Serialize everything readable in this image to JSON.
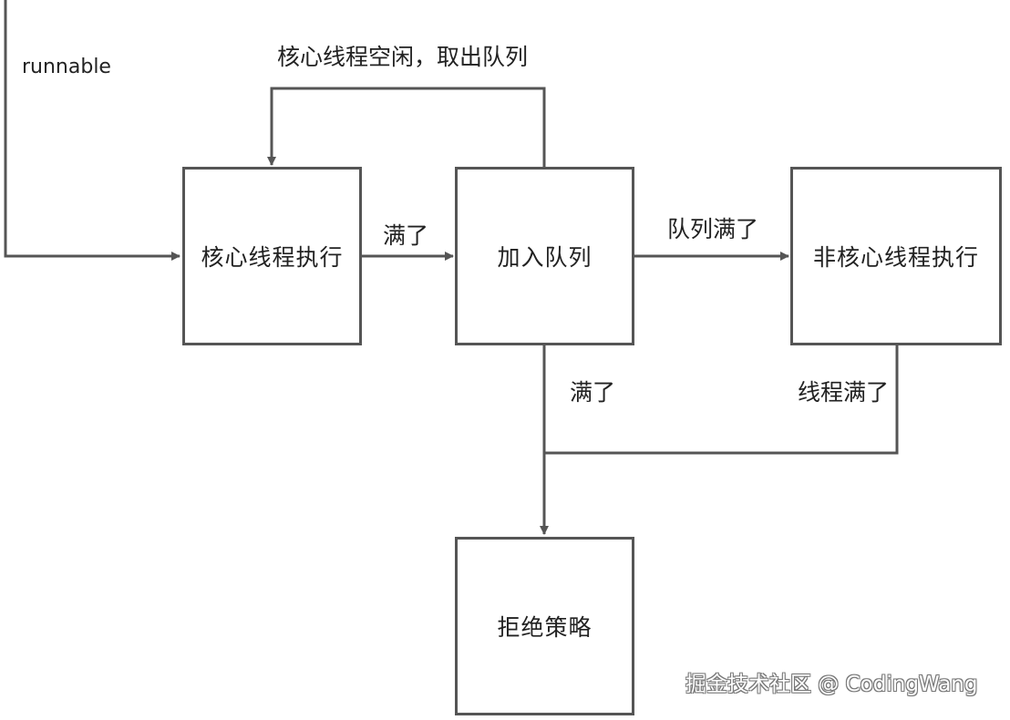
{
  "nodes": {
    "core_exec": "核心线程执行",
    "enqueue": "加入队列",
    "non_core_exec": "非核心线程执行",
    "reject_policy": "拒绝策略"
  },
  "edge_labels": {
    "runnable": "runnable",
    "core_idle_take": "核心线程空闲，取出队列",
    "core_full": "满了",
    "queue_full": "队列满了",
    "enqueue_full": "满了",
    "threads_full": "线程满了"
  },
  "watermark": "掘金技术社区 @ CodingWang",
  "colors": {
    "line": "#555555",
    "text": "#222222",
    "background": "#ffffff"
  }
}
